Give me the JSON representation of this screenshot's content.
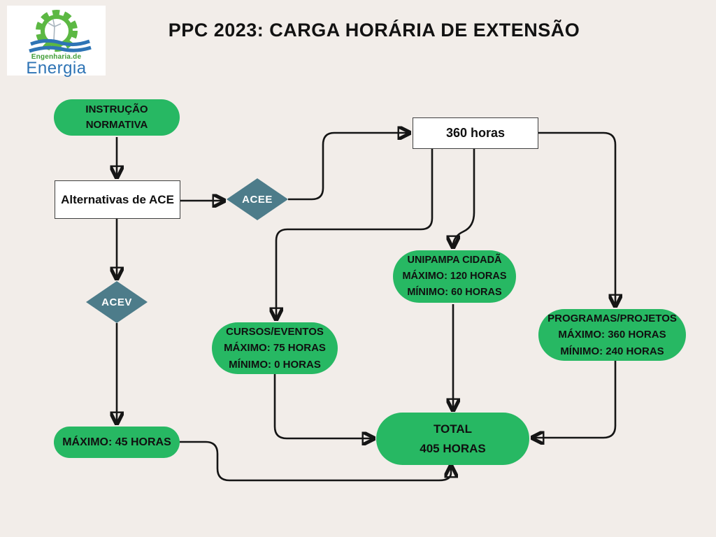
{
  "header": {
    "title": "PPC 2023: CARGA HORÁRIA DE EXTENSÃO"
  },
  "logo": {
    "subtitle": "Engenharia.de",
    "title": "Energia"
  },
  "colors": {
    "background": "#f2ede9",
    "node_green": "#27b863",
    "diamond_teal": "#4d7c8a",
    "connector_black": "#151515",
    "logo_green": "#5cb843",
    "logo_blue": "#2e74b5"
  },
  "diagram": {
    "nodes": {
      "instrucao_normativa": {
        "shape": "pill",
        "label": "INSTRUÇÃO\nNORMATIVA"
      },
      "alternativas_ace": {
        "shape": "rect",
        "label": "Alternativas de ACE"
      },
      "acee": {
        "shape": "diamond",
        "label": "ACEE"
      },
      "acev": {
        "shape": "diamond",
        "label": "ACEV"
      },
      "horas_360": {
        "shape": "rect",
        "label": "360 horas"
      },
      "unipampa_cidada": {
        "shape": "pill",
        "label": "UNIPAMPA CIDADÃ\nMÁXIMO: 120 HORAS\nMÍNIMO: 60 HORAS"
      },
      "cursos_eventos": {
        "shape": "pill",
        "label": "CURSOS/EVENTOS\nMÁXIMO: 75 HORAS\nMÍNIMO: 0 HORAS"
      },
      "programas_projetos": {
        "shape": "pill",
        "label": "PROGRAMAS/PROJETOS\nMÁXIMO: 360 HORAS\nMÍNIMO: 240 HORAS"
      },
      "maximo_45_horas": {
        "shape": "pill",
        "label": "MÁXIMO: 45 HORAS"
      },
      "total": {
        "shape": "pill",
        "label": "TOTAL\n405 HORAS"
      }
    }
  }
}
